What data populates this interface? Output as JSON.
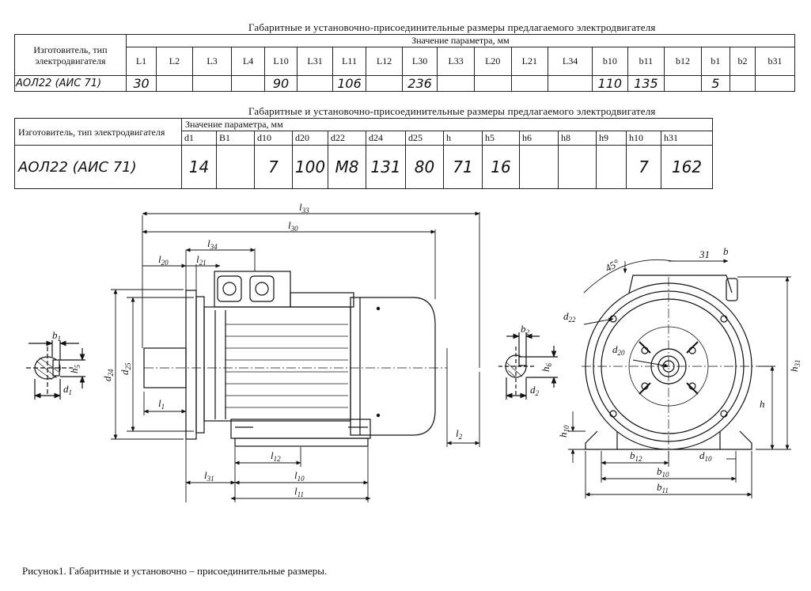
{
  "table1": {
    "caption": "Габаритные и установочно-присоединительные размеры предлагаемого электродвигателя",
    "manufacturer_header": "Изготовитель, тип электродвигателя",
    "param_header": "Значение параметра, мм",
    "columns": [
      "L1",
      "L2",
      "L3",
      "L4",
      "L10",
      "L31",
      "L11",
      "L12",
      "L30",
      "L33",
      "L20",
      "L21",
      "L34",
      "b10",
      "b11",
      "b12",
      "b1",
      "b2",
      "b31"
    ],
    "row": {
      "model": "АОЛ22 (АИС 71)",
      "values": [
        "30",
        "",
        "",
        "",
        "90",
        "",
        "106",
        "",
        "236",
        "",
        "",
        "",
        "",
        "110",
        "135",
        "",
        "5",
        "",
        ""
      ]
    }
  },
  "table2": {
    "caption": "Габаритные и установочно-присоединительные размеры предлагаемого электродвигателя",
    "manufacturer_header": "Изготовитель, тип электродвигателя",
    "param_header": "Значение параметра, мм",
    "columns": [
      "d1",
      "B1",
      "d10",
      "d20",
      "d22",
      "d24",
      "d25",
      "h",
      "h5",
      "h6",
      "h8",
      "h9",
      "h10",
      "h31"
    ],
    "row": {
      "model": "АОЛ22 (АИС 71)",
      "values": [
        "14",
        "",
        "7",
        "100",
        "M8",
        "131",
        "80",
        "71",
        "16",
        "",
        "",
        "",
        "7",
        "162"
      ]
    }
  },
  "drawing": {
    "side_labels": [
      "l33",
      "l30",
      "l34",
      "l20",
      "l21",
      "b1",
      "h5",
      "d1",
      "d24",
      "d25",
      "l1",
      "l2",
      "l12",
      "l31",
      "l10",
      "l11"
    ],
    "front_labels": [
      "45°",
      "31",
      "b",
      "d22",
      "d20",
      "b2",
      "h6",
      "d2",
      "h31",
      "h",
      "h10",
      "b12",
      "d10",
      "b10",
      "b11"
    ]
  },
  "figure_caption": "Рисунок1. Габаритные и установочно – присоединительные размеры."
}
